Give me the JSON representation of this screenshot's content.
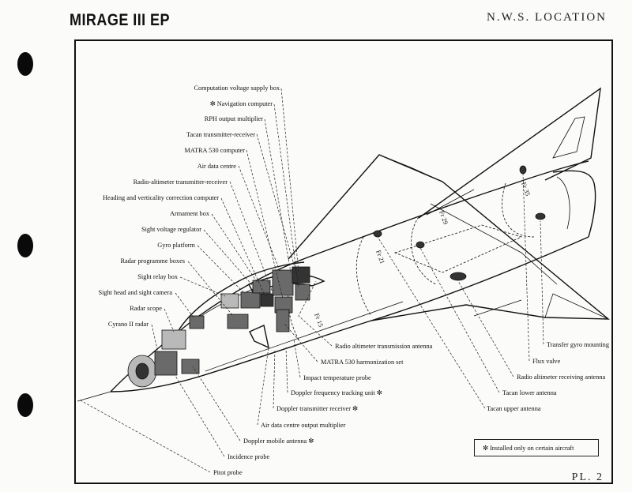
{
  "header": {
    "title": "MIRAGE III EP",
    "section": "N.W.S. LOCATION"
  },
  "footer": {
    "page_label": "PL. 2"
  },
  "legend": {
    "text": "✼ Installed only on certain aircraft"
  },
  "frame_labels": [
    "Fr 15",
    "Fr 21",
    "Fr 29",
    "Fr 35"
  ],
  "labels_left": [
    "Computation voltage supply box",
    "✼ Navigation computer",
    "RPH output multiplier",
    "Tacan transmitter-receiver",
    "MATRA 530 computer",
    "Air data centre",
    "Radio-altimeter transmitter-receiver",
    "Heading and verticality correction computer",
    "Armament box",
    "Sight voltage regulator",
    "Gyro platform",
    "Radar programme boxes",
    "Sight relay box",
    "Sight head and sight camera",
    "Radar scope",
    "Cyrano II radar"
  ],
  "labels_bottom": [
    "Radio altimeter transmission antenna",
    "MATRA 530 harmonization set",
    "Impact temperature probe",
    "Doppler frequency tracking unit ✼",
    "Doppler transmitter receiver ✼",
    "Air data centre output multiplier",
    "Doppler mobile antenna ✼",
    "Incidence probe",
    "Pitot probe"
  ],
  "labels_right": [
    "Transfer gyro mounting",
    "Flux valve",
    "Radio altimeter receiving antenna",
    "Tacan lower antenna",
    "Tacan upper antenna"
  ]
}
